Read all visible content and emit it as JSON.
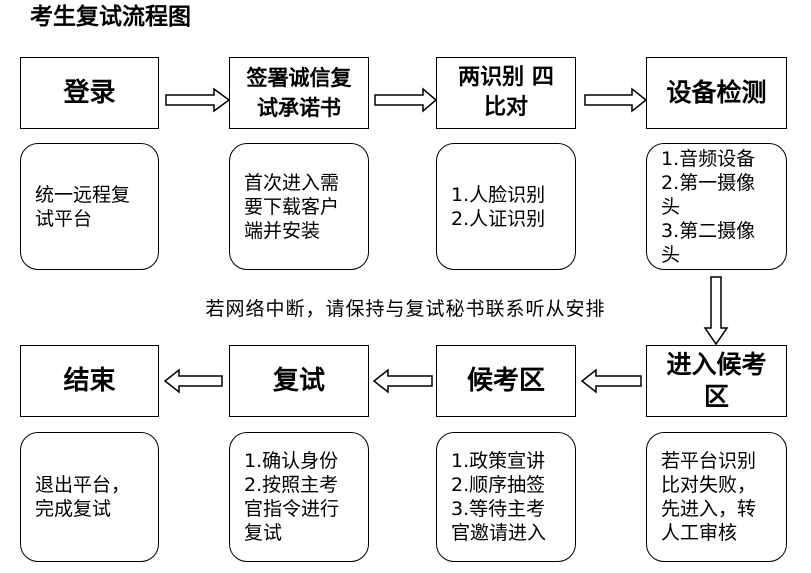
{
  "title": "考生复试流程图",
  "note": "若网络中断，请保持与复试秘书联系听从安排",
  "steps": [
    {
      "label": "登录",
      "desc": "统一远程复\n试平台"
    },
    {
      "label": "签署诚信复\n试承诺书",
      "desc": "首次进入需\n要下载客户\n端并安装"
    },
    {
      "label": "两识别 四\n比对",
      "desc": "1.人脸识别\n2.人证识别"
    },
    {
      "label": "设备检测",
      "desc": "1.音频设备\n2.第一摄像\n头\n3.第二摄像\n头"
    },
    {
      "label": "进入候考\n区",
      "desc": "若平台识别\n比对失败，\n先进入，转\n人工审核"
    },
    {
      "label": "候考区",
      "desc": "1.政策宣讲\n2.顺序抽签\n3.等待主考\n官邀请进入"
    },
    {
      "label": "复试",
      "desc": "1.确认身份\n2.按照主考\n官指令进行\n复试"
    },
    {
      "label": "结束",
      "desc": "退出平台，\n完成复试"
    }
  ],
  "colors": {
    "stroke": "#000000",
    "fill": "#ffffff"
  }
}
